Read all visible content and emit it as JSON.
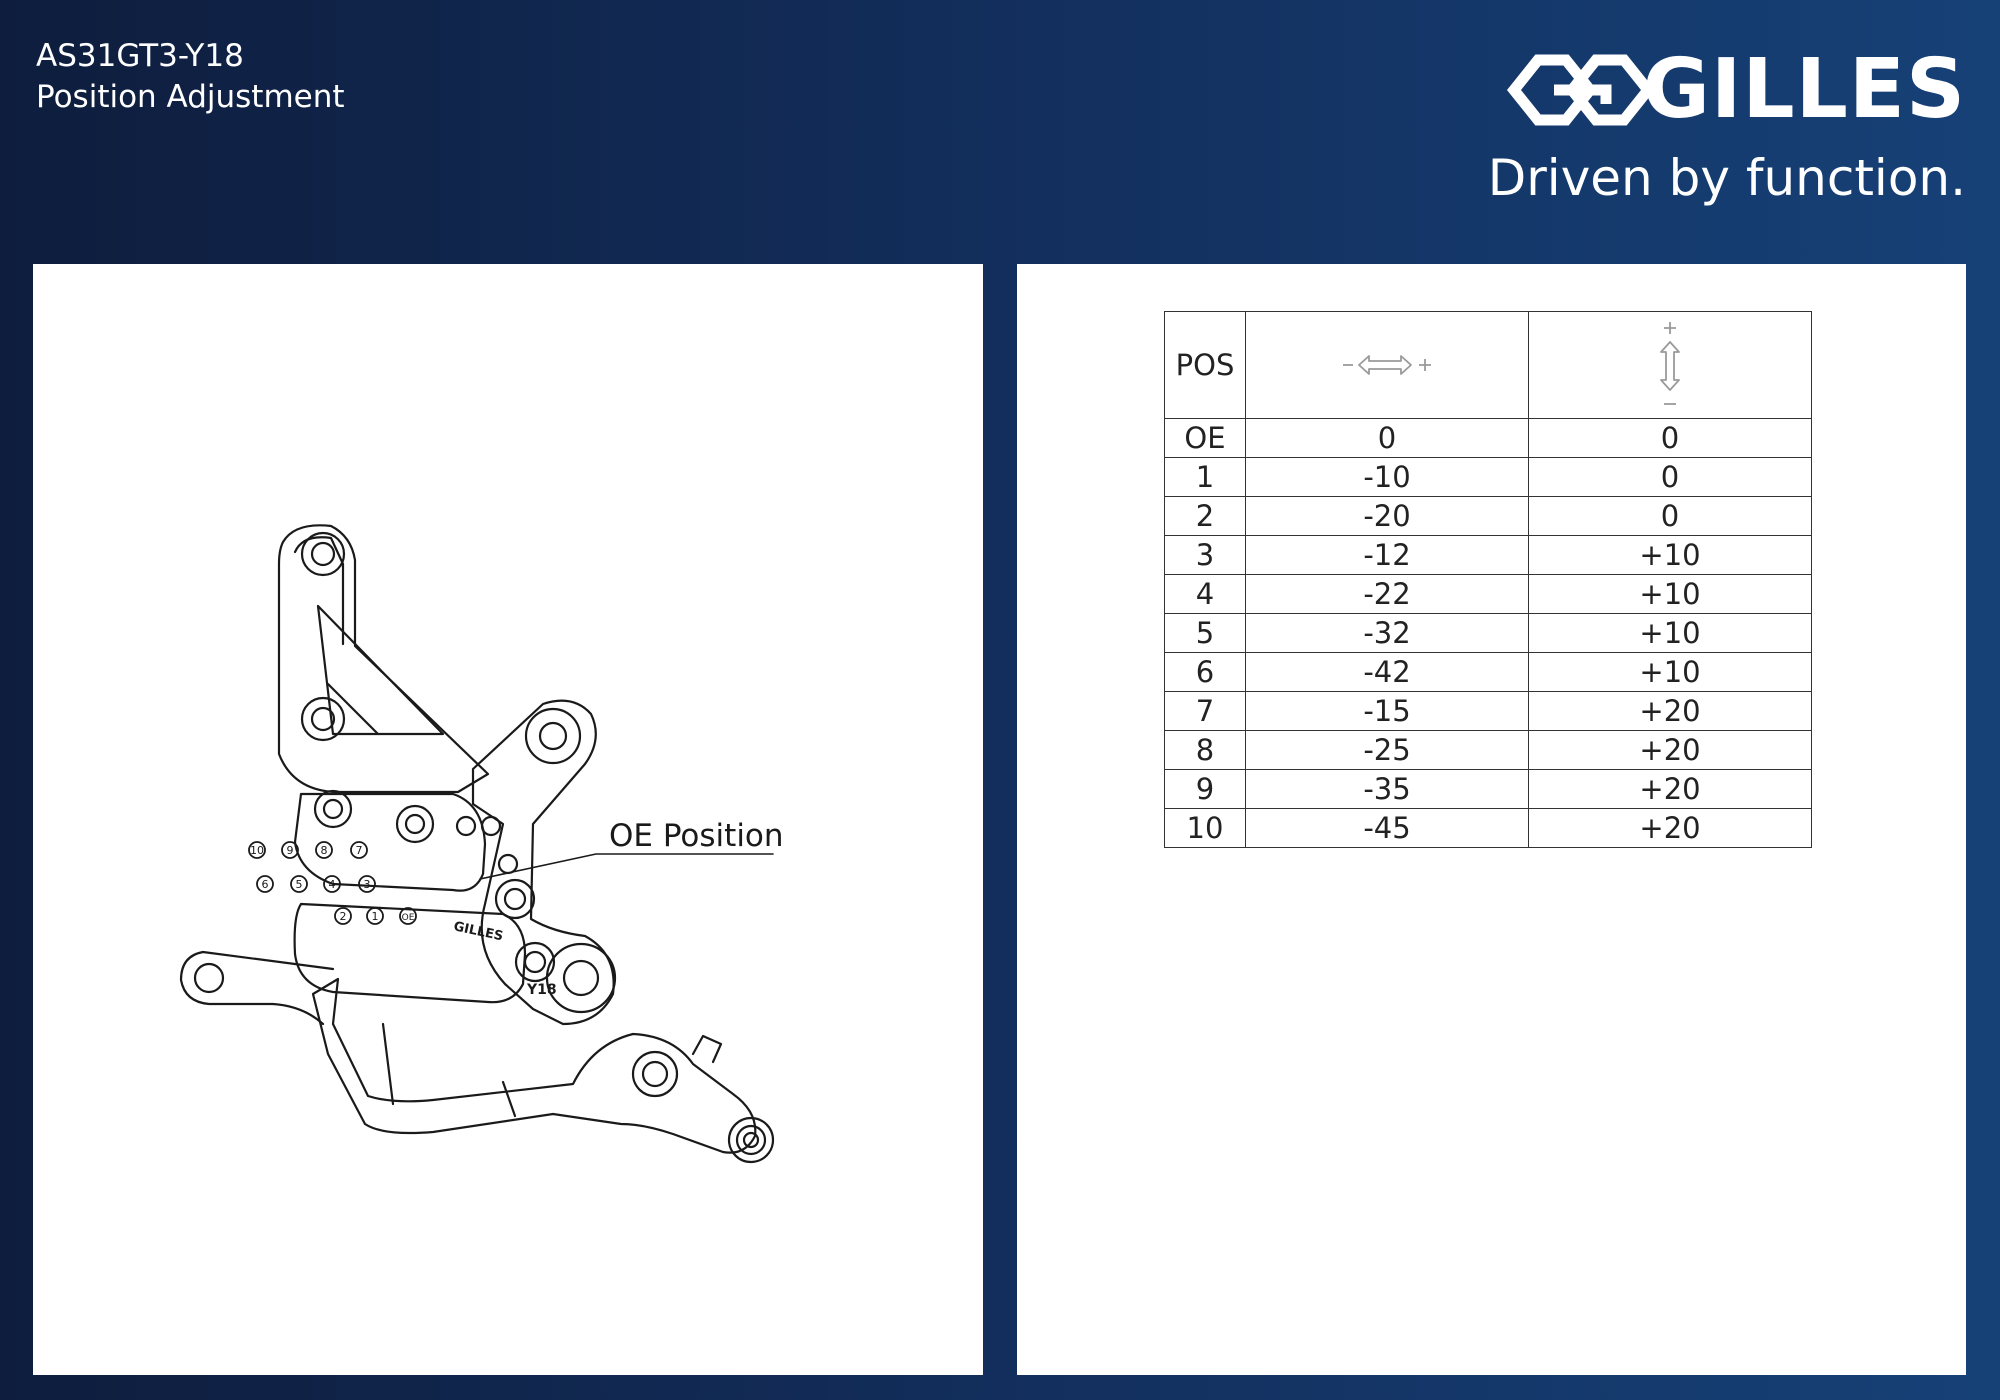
{
  "header": {
    "part_number": "AS31GT3-Y18",
    "subtitle": "Position Adjustment"
  },
  "brand": {
    "name": "GILLES",
    "tagline": "Driven by function.",
    "logo_icon": "gilles-knot-logo"
  },
  "drawing": {
    "callout_label": "OE Position",
    "stamp_brand": "GILLES",
    "stamp_model": "Y18",
    "upper_holes": [
      "10",
      "9",
      "8",
      "7"
    ],
    "lower_holes": [
      "6",
      "5",
      "4",
      "3"
    ],
    "front_holes": [
      "2",
      "1",
      "OE"
    ]
  },
  "table": {
    "header_pos": "POS",
    "header_horizontal_icon": "horizontal-adjust-arrow-icon",
    "header_vertical_icon": "vertical-adjust-arrow-icon",
    "rows": [
      {
        "pos": "OE",
        "horizontal": "0",
        "vertical": "0"
      },
      {
        "pos": "1",
        "horizontal": "-10",
        "vertical": "0"
      },
      {
        "pos": "2",
        "horizontal": "-20",
        "vertical": "0"
      },
      {
        "pos": "3",
        "horizontal": "-12",
        "vertical": "+10"
      },
      {
        "pos": "4",
        "horizontal": "-22",
        "vertical": "+10"
      },
      {
        "pos": "5",
        "horizontal": "-32",
        "vertical": "+10"
      },
      {
        "pos": "6",
        "horizontal": "-42",
        "vertical": "+10"
      },
      {
        "pos": "7",
        "horizontal": "-15",
        "vertical": "+20"
      },
      {
        "pos": "8",
        "horizontal": "-25",
        "vertical": "+20"
      },
      {
        "pos": "9",
        "horizontal": "-35",
        "vertical": "+20"
      },
      {
        "pos": "10",
        "horizontal": "-45",
        "vertical": "+20"
      }
    ]
  },
  "colors": {
    "background_dark": "#0e1d3d",
    "background_light": "#164177",
    "panel": "#ffffff",
    "line_art": "#1a1a1a",
    "icon_gray": "#9a9a9a"
  }
}
